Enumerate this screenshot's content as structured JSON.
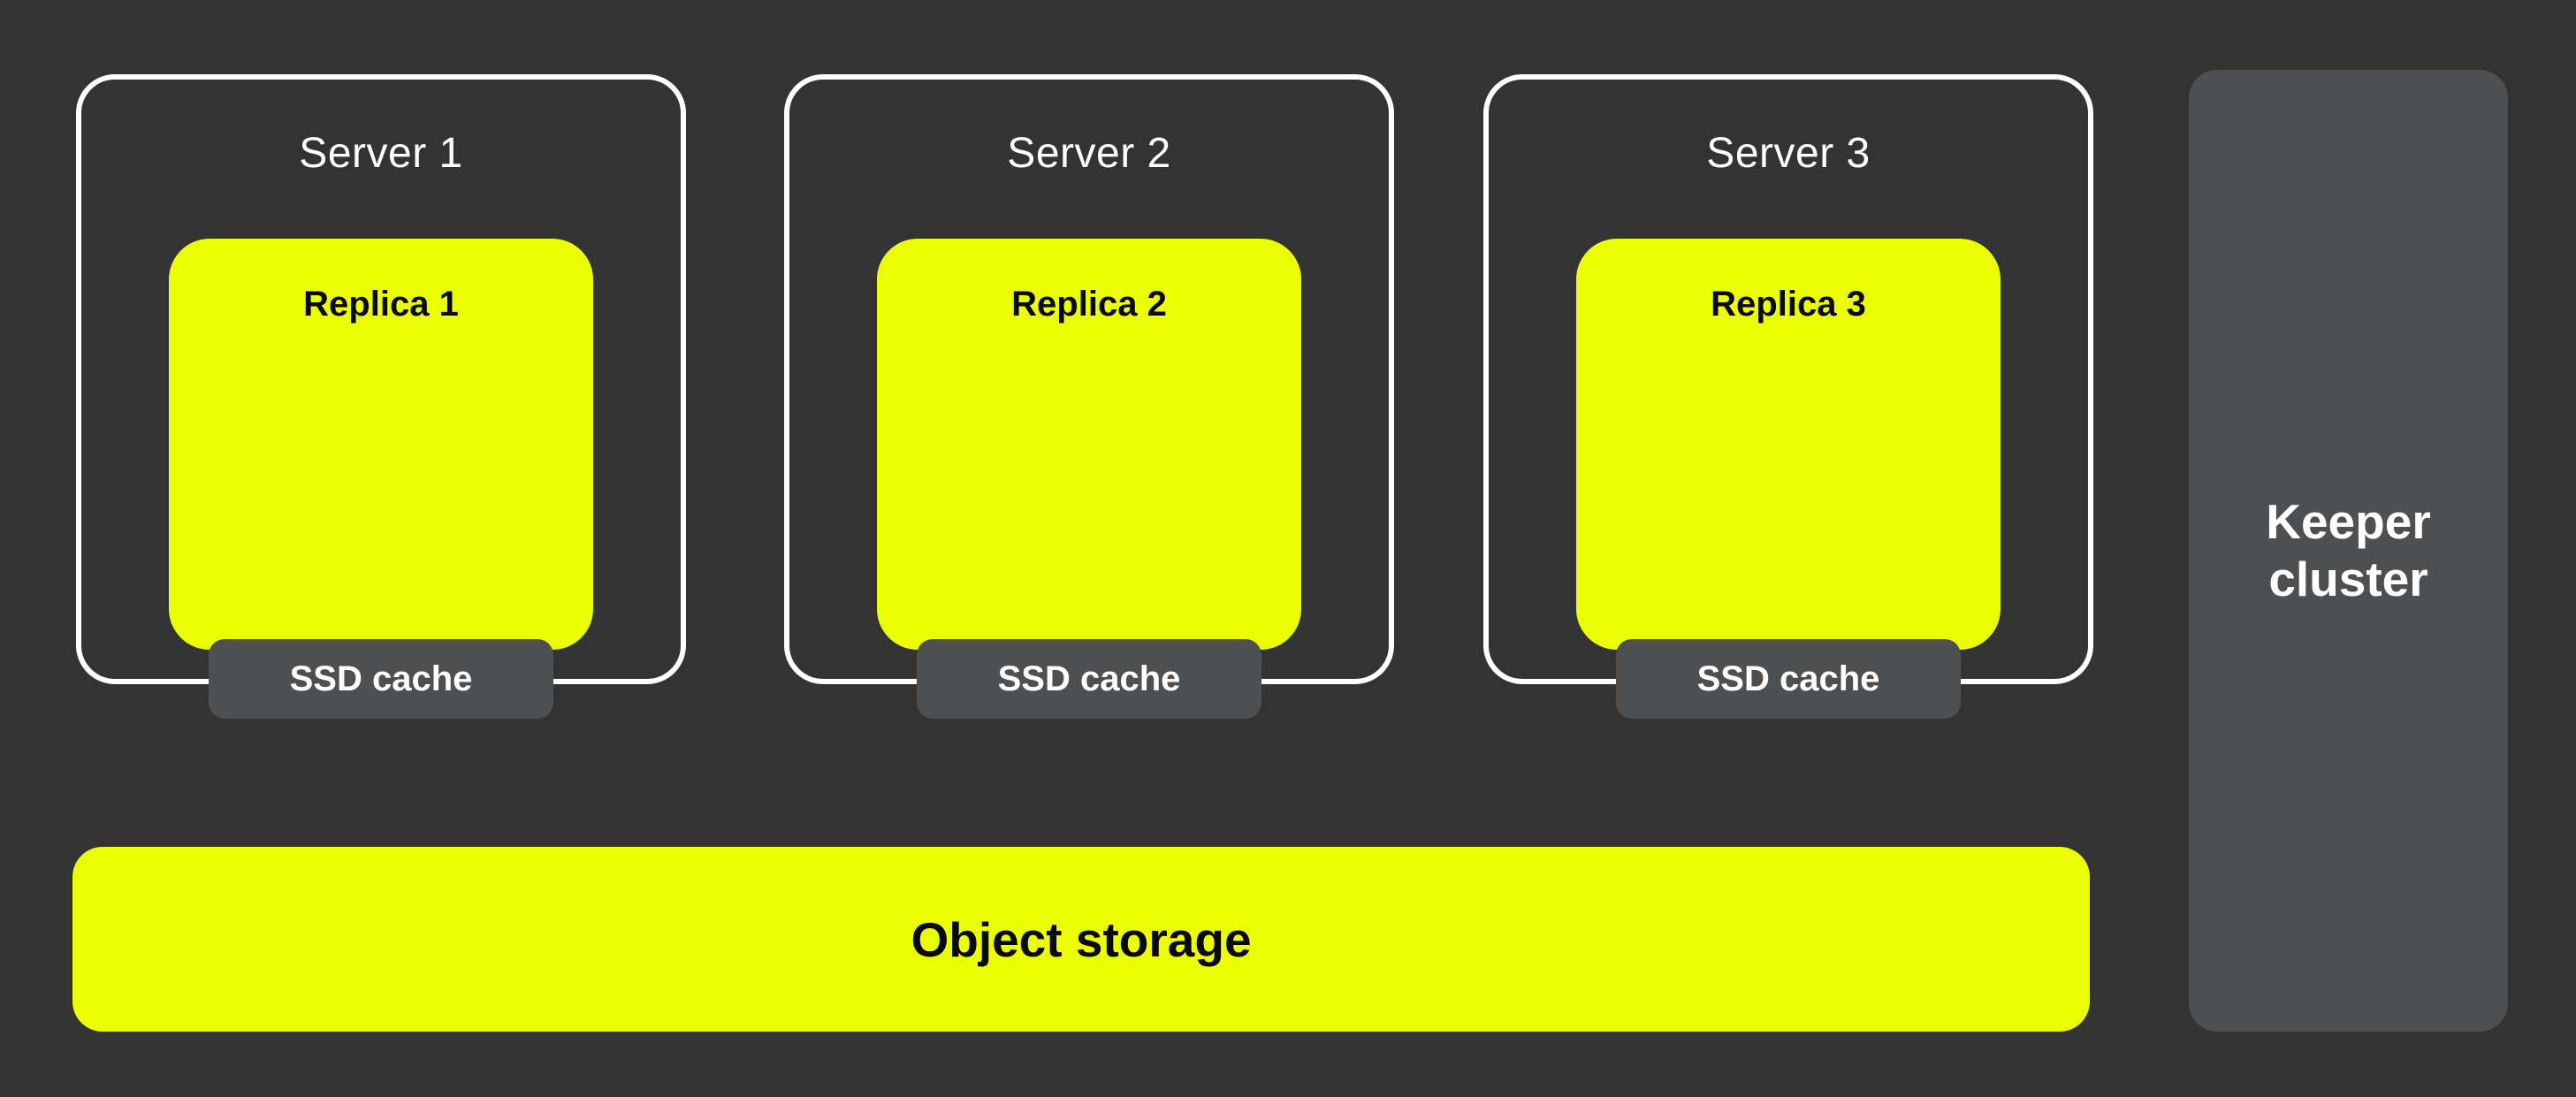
{
  "diagram": {
    "servers": [
      {
        "label": "Server 1",
        "replica_label": "Replica 1",
        "cache_label": "SSD cache"
      },
      {
        "label": "Server 2",
        "replica_label": "Replica 2",
        "cache_label": "SSD cache"
      },
      {
        "label": "Server 3",
        "replica_label": "Replica 3",
        "cache_label": "SSD cache"
      }
    ],
    "object_storage": {
      "label": "Object storage"
    },
    "keeper": {
      "label": "Keeper cluster"
    },
    "colors": {
      "background": "#333333",
      "accent_yellow": "#EBFF00",
      "panel_gray": "#4D4F50",
      "border_white": "#FFFFFF",
      "text_black": "#0A0A0A",
      "text_white": "#FFFFFF"
    }
  }
}
